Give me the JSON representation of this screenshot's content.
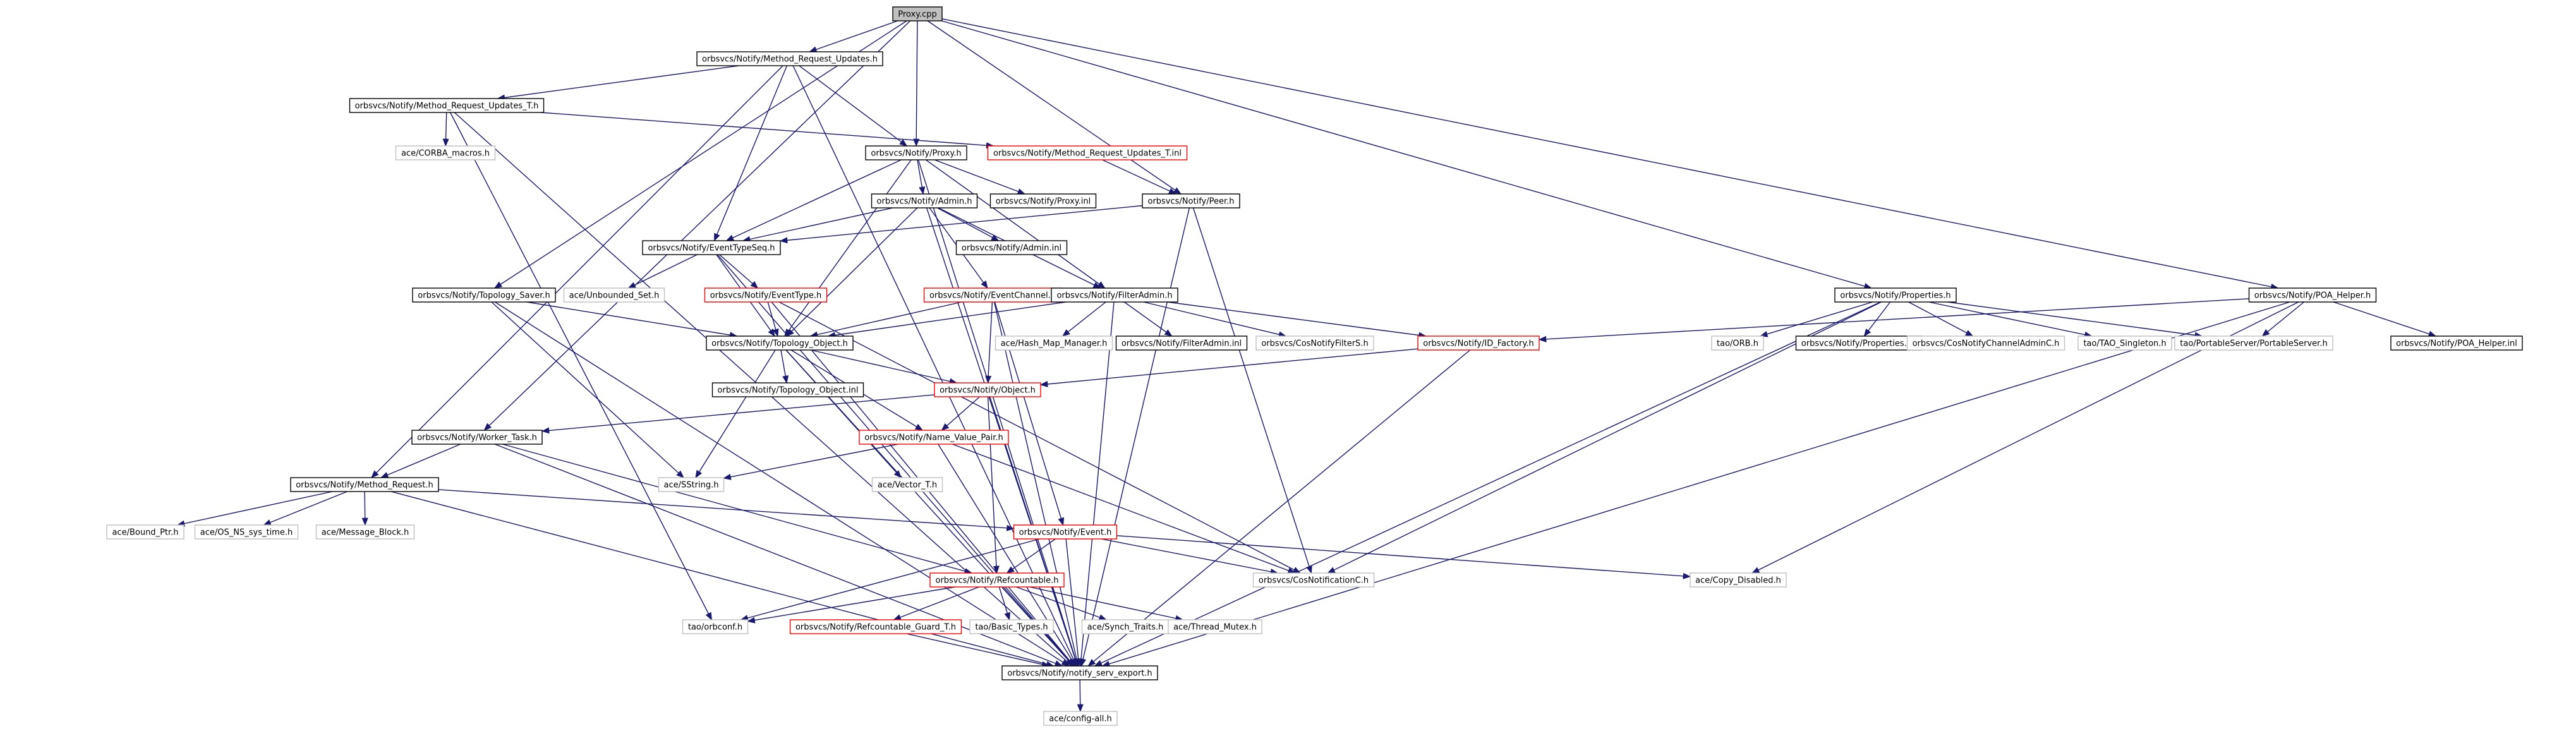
{
  "colors": {
    "edge": "#191970",
    "root_fill": "#bfbfbf",
    "box_default": "#000000",
    "box_linked": "#ff0000",
    "box_external": "#bfbfbf",
    "node_fill": "#ffffff"
  },
  "nodes": {
    "proxy_cpp": {
      "label": "Proxy.cpp",
      "kind": "root"
    },
    "mru_h": {
      "label": "orbsvcs/Notify/Method_Request_Updates.h",
      "kind": "default"
    },
    "mru_t_h": {
      "label": "orbsvcs/Notify/Method_Request_Updates_T.h",
      "kind": "default"
    },
    "corba_macros": {
      "label": "ace/CORBA_macros.h",
      "kind": "external"
    },
    "proxy_h": {
      "label": "orbsvcs/Notify/Proxy.h",
      "kind": "default"
    },
    "mru_t_inl": {
      "label": "orbsvcs/Notify/Method_Request_Updates_T.inl",
      "kind": "linked"
    },
    "peer_h": {
      "label": "orbsvcs/Notify/Peer.h",
      "kind": "default"
    },
    "admin_h": {
      "label": "orbsvcs/Notify/Admin.h",
      "kind": "default"
    },
    "proxy_inl": {
      "label": "orbsvcs/Notify/Proxy.inl",
      "kind": "default"
    },
    "eventtypeseq_h": {
      "label": "orbsvcs/Notify/EventTypeSeq.h",
      "kind": "default"
    },
    "admin_inl": {
      "label": "orbsvcs/Notify/Admin.inl",
      "kind": "default"
    },
    "topology_saver_h": {
      "label": "orbsvcs/Notify/Topology_Saver.h",
      "kind": "default"
    },
    "unbounded_set": {
      "label": "ace/Unbounded_Set.h",
      "kind": "external"
    },
    "eventtype_h": {
      "label": "orbsvcs/Notify/EventType.h",
      "kind": "linked"
    },
    "eventchannel_h": {
      "label": "orbsvcs/Notify/EventChannel.h",
      "kind": "linked"
    },
    "filteradmin_h": {
      "label": "orbsvcs/Notify/FilterAdmin.h",
      "kind": "default"
    },
    "hash_map_manager": {
      "label": "ace/Hash_Map_Manager.h",
      "kind": "external"
    },
    "filteradmin_inl": {
      "label": "orbsvcs/Notify/FilterAdmin.inl",
      "kind": "default"
    },
    "cosnotifyfilters": {
      "label": "orbsvcs/CosNotifyFilterS.h",
      "kind": "external"
    },
    "id_factory_h": {
      "label": "orbsvcs/Notify/ID_Factory.h",
      "kind": "linked"
    },
    "topology_object_h": {
      "label": "orbsvcs/Notify/Topology_Object.h",
      "kind": "default"
    },
    "topology_object_inl": {
      "label": "orbsvcs/Notify/Topology_Object.inl",
      "kind": "default"
    },
    "object_h": {
      "label": "orbsvcs/Notify/Object.h",
      "kind": "linked"
    },
    "name_value_pair_h": {
      "label": "orbsvcs/Notify/Name_Value_Pair.h",
      "kind": "linked"
    },
    "worker_task_h": {
      "label": "orbsvcs/Notify/Worker_Task.h",
      "kind": "default"
    },
    "sstring": {
      "label": "ace/SString.h",
      "kind": "external"
    },
    "vector_t": {
      "label": "ace/Vector_T.h",
      "kind": "external"
    },
    "method_request_h": {
      "label": "orbsvcs/Notify/Method_Request.h",
      "kind": "default"
    },
    "bound_ptr": {
      "label": "ace/Bound_Ptr.h",
      "kind": "external"
    },
    "os_ns_sys_time": {
      "label": "ace/OS_NS_sys_time.h",
      "kind": "external"
    },
    "message_block": {
      "label": "ace/Message_Block.h",
      "kind": "external"
    },
    "event_h": {
      "label": "orbsvcs/Notify/Event.h",
      "kind": "linked"
    },
    "cosnotificationc": {
      "label": "orbsvcs/CosNotificationC.h",
      "kind": "external"
    },
    "copy_disabled": {
      "label": "ace/Copy_Disabled.h",
      "kind": "external"
    },
    "refcountable_h": {
      "label": "orbsvcs/Notify/Refcountable.h",
      "kind": "linked"
    },
    "orbconf": {
      "label": "tao/orbconf.h",
      "kind": "external"
    },
    "refcountable_guard_t": {
      "label": "orbsvcs/Notify/Refcountable_Guard_T.h",
      "kind": "linked"
    },
    "basic_types": {
      "label": "tao/Basic_Types.h",
      "kind": "external"
    },
    "synch_traits": {
      "label": "ace/Synch_Traits.h",
      "kind": "external"
    },
    "thread_mutex": {
      "label": "ace/Thread_Mutex.h",
      "kind": "external"
    },
    "notify_serv_export": {
      "label": "orbsvcs/Notify/notify_serv_export.h",
      "kind": "default"
    },
    "config_all": {
      "label": "ace/config-all.h",
      "kind": "external"
    },
    "properties_h": {
      "label": "orbsvcs/Notify/Properties.h",
      "kind": "default"
    },
    "orb_h": {
      "label": "tao/ORB.h",
      "kind": "external"
    },
    "properties_inl": {
      "label": "orbsvcs/Notify/Properties.inl",
      "kind": "default"
    },
    "cosnotifychanneladminc": {
      "label": "orbsvcs/CosNotifyChannelAdminC.h",
      "kind": "external"
    },
    "tao_singleton": {
      "label": "tao/TAO_Singleton.h",
      "kind": "external"
    },
    "portableserver": {
      "label": "tao/PortableServer/PortableServer.h",
      "kind": "external"
    },
    "poa_helper_h": {
      "label": "orbsvcs/Notify/POA_Helper.h",
      "kind": "default"
    },
    "poa_helper_inl": {
      "label": "orbsvcs/Notify/POA_Helper.inl",
      "kind": "default"
    }
  }
}
